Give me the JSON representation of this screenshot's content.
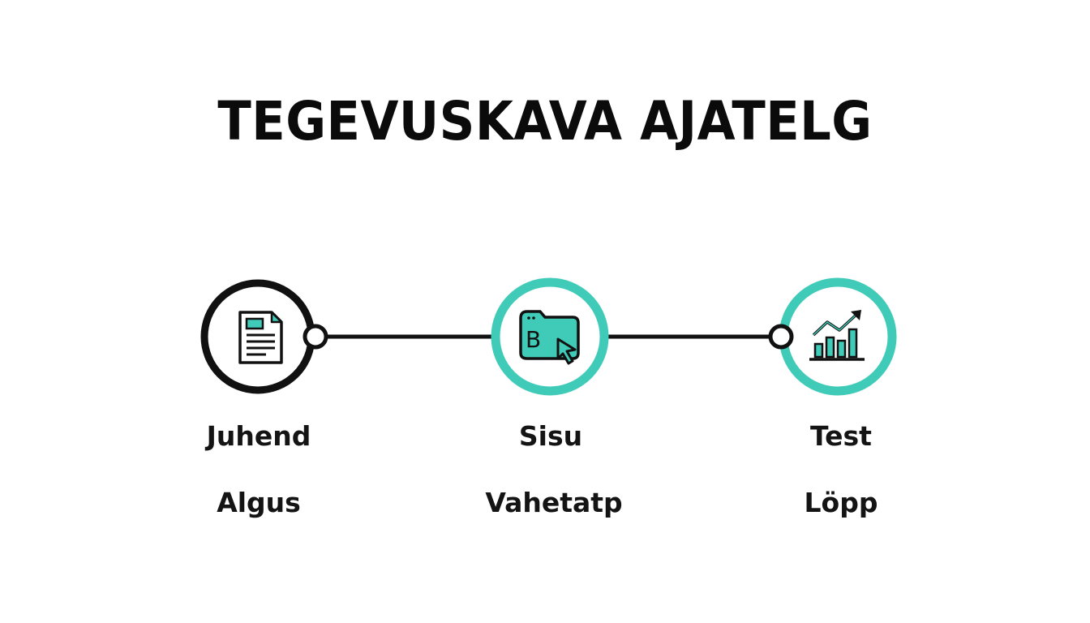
{
  "title": "TEGEVUSKAVA AJATELG",
  "colors": {
    "accent": "#3fcbb8",
    "dark": "#111111",
    "background": "#ffffff"
  },
  "steps": [
    {
      "label": "Juhend",
      "phase": "Algus",
      "icon": "document-icon",
      "style": "dark"
    },
    {
      "label": "Sisu",
      "phase": "Vahetatp",
      "icon": "folder-cursor-icon",
      "style": "accent"
    },
    {
      "label": "Test",
      "phase": "Löpp",
      "icon": "bar-chart-trend-icon",
      "style": "accent"
    }
  ]
}
